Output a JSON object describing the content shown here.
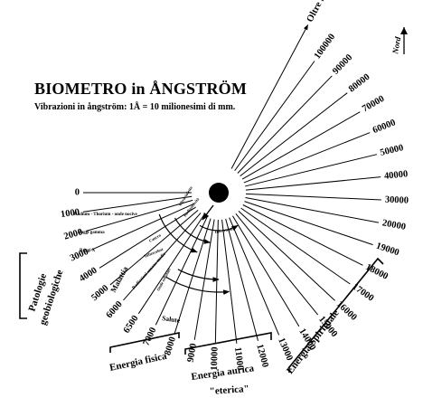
{
  "title": "BIOMETRO in ÅNGSTRÖM",
  "subtitle": "Vibrazioni in ångström: 1Å = 10 milionesimi di mm.",
  "north_label": "Nord",
  "scale_labels": [
    "0",
    "1000",
    "2000",
    "3000",
    "4000",
    "5000",
    "6000",
    "6500",
    "7000",
    "8000",
    "9000",
    "10000",
    "11000",
    "12000",
    "13000",
    "14000",
    "15000",
    "16000",
    "17000",
    "18000",
    "19000",
    "20000",
    "30000",
    "40000",
    "50000",
    "60000",
    "70000",
    "80000",
    "90000",
    "100000",
    "Oltre la scala"
  ],
  "inner_labels": [
    "Radium - Thorium - onde nocive",
    "Raggi gamma",
    "Raggi X",
    "Malattia",
    "Salute"
  ],
  "small_labels": [
    "Radioattività",
    "Cancro",
    "Tubercolosi",
    "Radiazioni umane medie",
    "Onde cellulari",
    "Infrarosso",
    "Ultravioletto"
  ],
  "zone_labels": {
    "patologie": [
      "Patologie",
      "geobiologiche"
    ],
    "fisica": "Energia fisica",
    "aurica": [
      "Energia aurica",
      "\"eterica\""
    ],
    "spirituale": "Energia Spirituale"
  }
}
